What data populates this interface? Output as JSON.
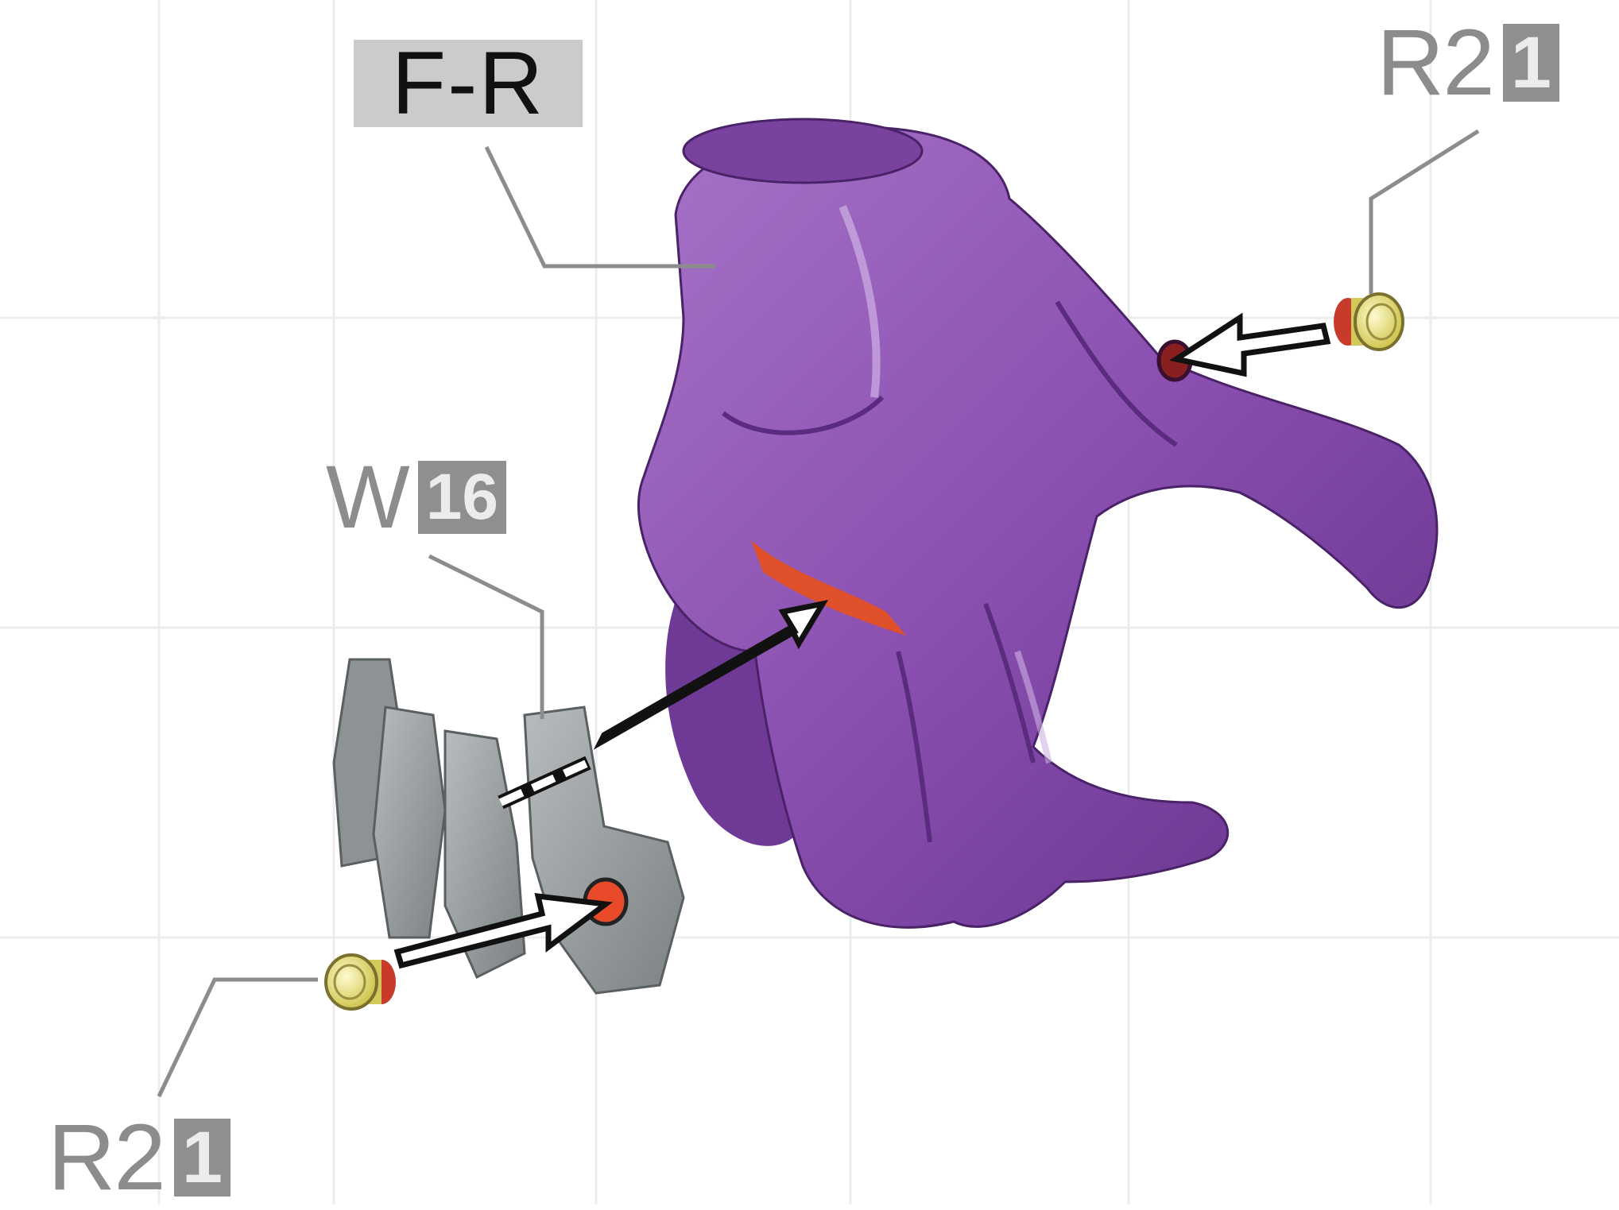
{
  "labels": {
    "main_part": {
      "part": "F-R"
    },
    "w_part": {
      "part": "W",
      "qty": "16"
    },
    "r2_top": {
      "part": "R2",
      "qty": "1"
    },
    "r2_bottom": {
      "part": "R2",
      "qty": "1"
    }
  },
  "colors": {
    "hand": "#8a4fb0",
    "hand_shadow": "#5e2f82",
    "hand_highlight": "#c9a6e0",
    "plate": "#9ba1a3",
    "plate_dark": "#6d7375",
    "glue_area": "#e0502a",
    "screw": "#e8e07a",
    "screw_tip": "#c83a2a",
    "leader_line": "#8c8c8c",
    "grid": "#e6e6e6"
  }
}
